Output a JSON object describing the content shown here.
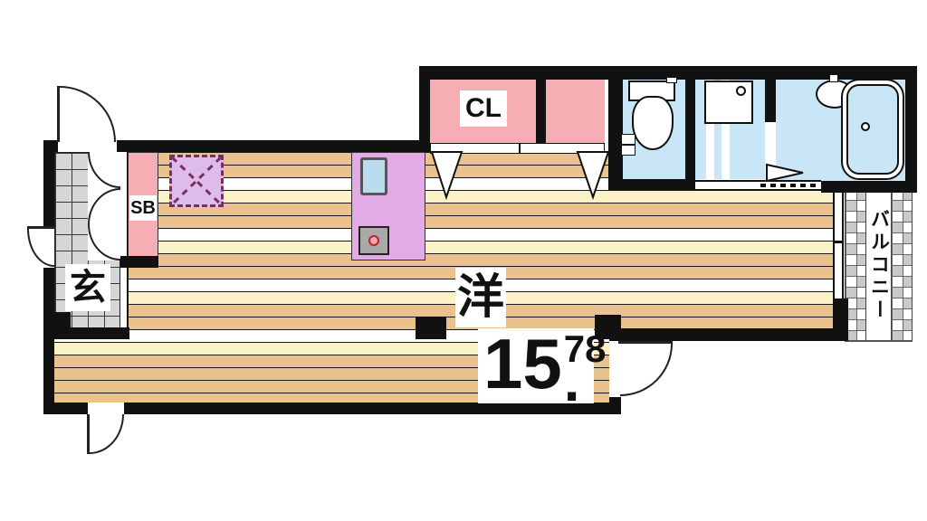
{
  "labels": {
    "closet": "CL",
    "shoe_box": "SB",
    "entrance": "玄",
    "main_room": "洋",
    "size_main": "15",
    "size_sup": "78",
    "size_dot": ".",
    "balcony": "バルコニー"
  },
  "colors": {
    "wall": "#111111",
    "floor_tan": "#eac28d",
    "floor_cream": "#fbf2c8",
    "closet_pink": "#f4aeb4",
    "wet_room_blue": "#c9e6f7",
    "kitchen_purple": "#e2abe6",
    "fridge_purple": "#ddbcea",
    "fridge_dash": "#7a2f63",
    "tile_grey": "#d6d6d6",
    "sink_blue": "#b9ddef",
    "stove_grey": "#a9a9a9",
    "burner_pink": "#f2a5ad"
  }
}
